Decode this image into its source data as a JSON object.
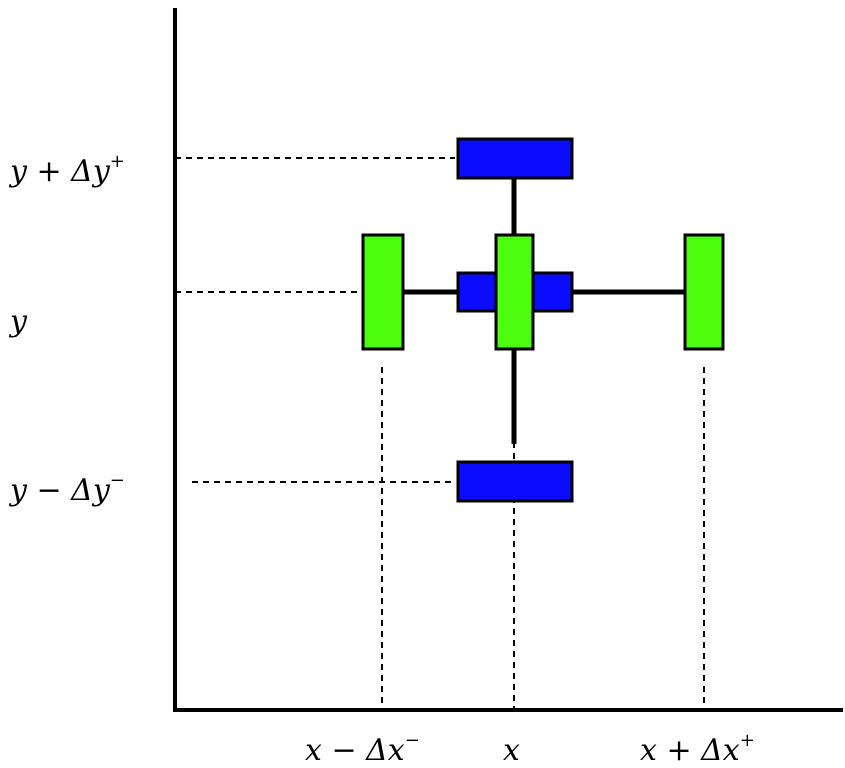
{
  "colors": {
    "blue_box": "#0b0bff",
    "green_box": "#4dff0f",
    "line": "#000000",
    "background": "#ffffff"
  },
  "labels": {
    "y_plus": {
      "base": "y + Δy",
      "sup": "+"
    },
    "y": {
      "base": "y"
    },
    "y_minus": {
      "base": "y − Δy",
      "sup": "−"
    },
    "x_minus": {
      "base": "x − Δx",
      "sup": "−"
    },
    "x": {
      "base": "x"
    },
    "x_plus": {
      "base": "x + Δx",
      "sup": "+"
    }
  }
}
